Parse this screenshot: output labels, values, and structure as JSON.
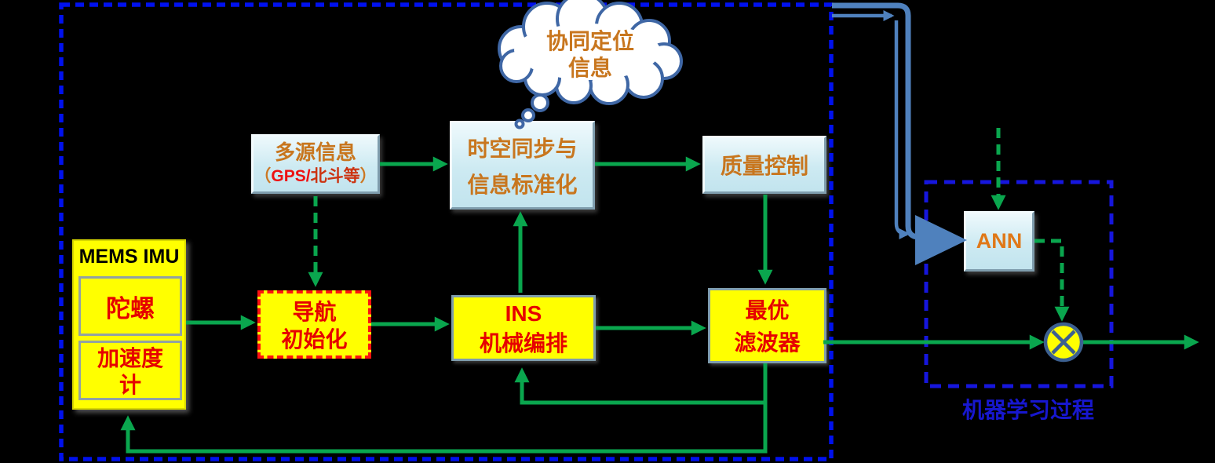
{
  "diagram": {
    "cloud": {
      "line1": "协同定位",
      "line2": "信息"
    },
    "boxes": {
      "multi_source": {
        "line1": "多源信息",
        "paren_open": "（",
        "gps": "GPS/",
        "beidou": "北斗等",
        "paren_close": "）"
      },
      "sync": {
        "line1": "时空同步与",
        "line2": "信息标准化"
      },
      "quality": {
        "label": "质量控制"
      },
      "mems": {
        "title": "MEMS IMU",
        "gyro": "陀螺",
        "accel_line1": "加速度",
        "accel_line2": "计"
      },
      "nav_init": {
        "line1": "导航",
        "line2": "初始化"
      },
      "ins": {
        "line1": "INS",
        "line2": "机械编排"
      },
      "filter": {
        "line1": "最优",
        "line2": "滤波器"
      },
      "ann": {
        "label": "ANN"
      }
    },
    "ml_label": "机器学习过程",
    "colors": {
      "green_line": "#0aa64e",
      "main_border_blue": "#0011ee",
      "ml_border_blue": "#1616dd",
      "steel_blue_arrow": "#4f81bd",
      "box_yellow": "#ffff00",
      "box_cyan": "#cdeaf2",
      "text_orange": "#c8761e",
      "text_red": "#e60000",
      "text_gps_red": "#ee1111",
      "ml_label_blue": "#1717cf",
      "mult_node_border": "#3c6090"
    }
  }
}
